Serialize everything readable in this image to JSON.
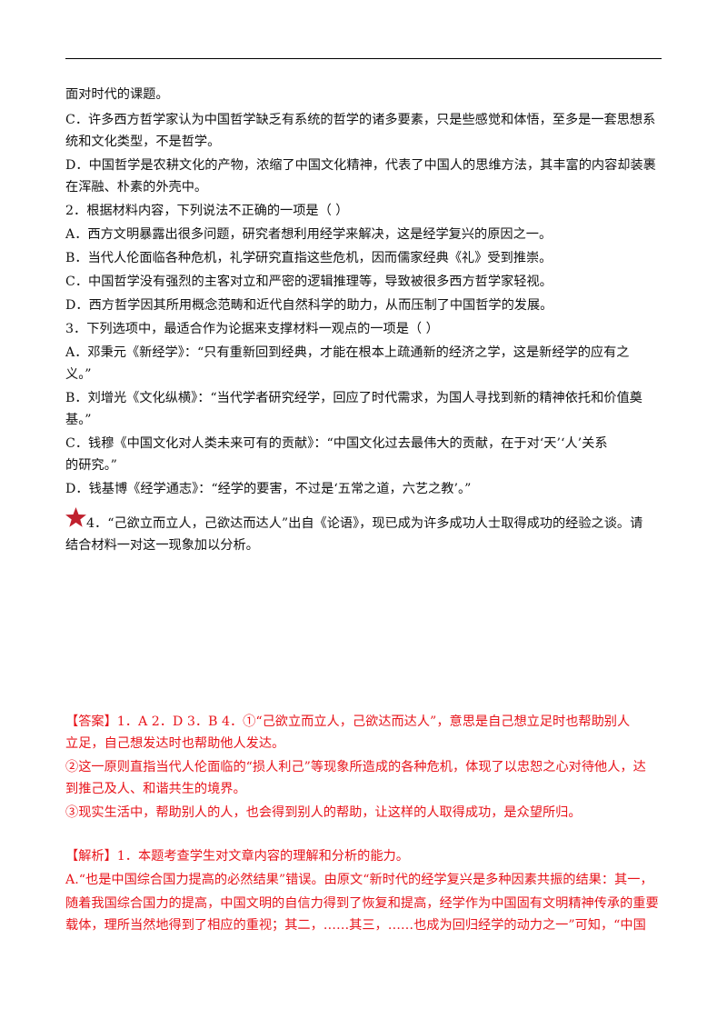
{
  "questions": {
    "q1_lines": [
      "面对时代的课题。",
      "C．许多西方哲学家认为中国哲学缺乏有系统的哲学的诸多要素，只是些感觉和体悟，至多是一套思想系",
      "统和文化类型，不是哲学。",
      "D．中国哲学是农耕文化的产物，浓缩了中国文化精神，代表了中国人的思维方法，其丰富的内容却装裹",
      "在浑融、朴素的外壳中。"
    ],
    "q2_lines": [
      "2．根据材料内容，下列说法不正确的一项是（    ）",
      "A．西方文明暴露出很多问题，研究者想利用经学来解决，这是经学复兴的原因之一。",
      "B．当代人伦面临各种危机，礼学研究直指这些危机，因而儒家经典《礼》受到推崇。",
      "C．中国哲学没有强烈的主客对立和严密的逻辑推理等，导致被很多西方哲学家轻视。",
      "D．西方哲学因其所用概念范畴和近代自然科学的助力，从而压制了中国哲学的发展。"
    ],
    "q3_lines": [
      "3．下列选项中，最适合作为论据来支撑材料一观点的一项是（    ）",
      "A．邓秉元《新经学》：“只有重新回到经典，才能在根本上疏通新的经济之学，这是新经学的应有之",
      "义。”",
      "B．刘增光《文化纵横》：“当代学者研究经学，回应了时代需求，为国人寻找到新的精神依托和价值奠",
      "基。”",
      "C．钱穆《中国文化对人类未来可有的贡献》：“中国文化过去最伟大的贡献，在于对‘天’‘人’关系",
      "的研究。”",
      "D．钱基博《经学通志》：“经学的要害，不过是‘五常之道，六艺之教’。”"
    ],
    "q4_lines": [
      "4．“己欲立而立人，己欲达而达人”出自《论语》，现已成为许多成功人士取得成功的经验之谈。请",
      "结合材料一对这一现象加以分析。"
    ]
  },
  "answer": {
    "lines": [
      "【答案】1．A    2．D    3．B    4．①“己欲立而立人，己欲达而达人”，意思是自己想立足时也帮助别人",
      "立足，自己想发达时也帮助他人发达。",
      "②这一原则直指当代人伦面临的“损人利己”等现象所造成的各种危机，体现了以忠恕之心对待他人，达",
      "到推己及人、和谐共生的境界。",
      "③现实生活中，帮助别人的人，也会得到别人的帮助，让这样的人取得成功，是众望所归。"
    ]
  },
  "analysis": {
    "lines": [
      "【解析】1．本题考查学生对文章内容的理解和分析的能力。",
      "A.“也是中国综合国力提高的必然结果”错误。由原文“新时代的经学复兴是多种因素共振的结果：其一，",
      "随着我国综合国力的提高，中国文明的自信力得到了恢复和提高，经学作为中国固有文明精神传承的重要",
      "载体，理所当然地得到了相应的重视；其二，……其三，……也成为回归经学的动力之一”可知，“中国"
    ]
  },
  "colors": {
    "text": "#111111",
    "answer_red": "#e8141b",
    "star_red": "#c0212e"
  },
  "icons": {
    "star": "star-icon"
  }
}
